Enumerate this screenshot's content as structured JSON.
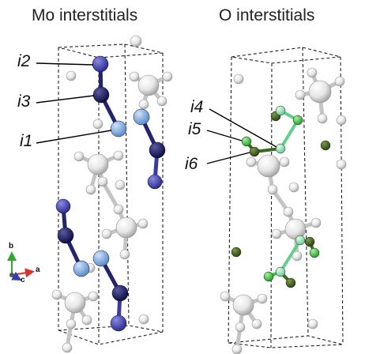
{
  "panels": {
    "left_title": "Mo interstitials",
    "right_title": "O interstitials"
  },
  "labels": {
    "i1": "i1",
    "i2": "i2",
    "i3": "i3",
    "i4": "i4",
    "i5": "i5",
    "i6": "i6"
  },
  "axes": {
    "a": "a",
    "b": "b",
    "c": "c"
  },
  "colors": {
    "mo_dark": "#14145a",
    "mo_mid": "#3a3aa6",
    "mo_light": "#6f9fd8",
    "o_dark": "#3d5a1e",
    "o_mid": "#3fbf3f",
    "o_light": "#7ed9a8",
    "host": "#d9d9d9",
    "axis_a": "#d93030",
    "axis_b": "#2fa82f",
    "axis_c": "#2e3fb8"
  }
}
